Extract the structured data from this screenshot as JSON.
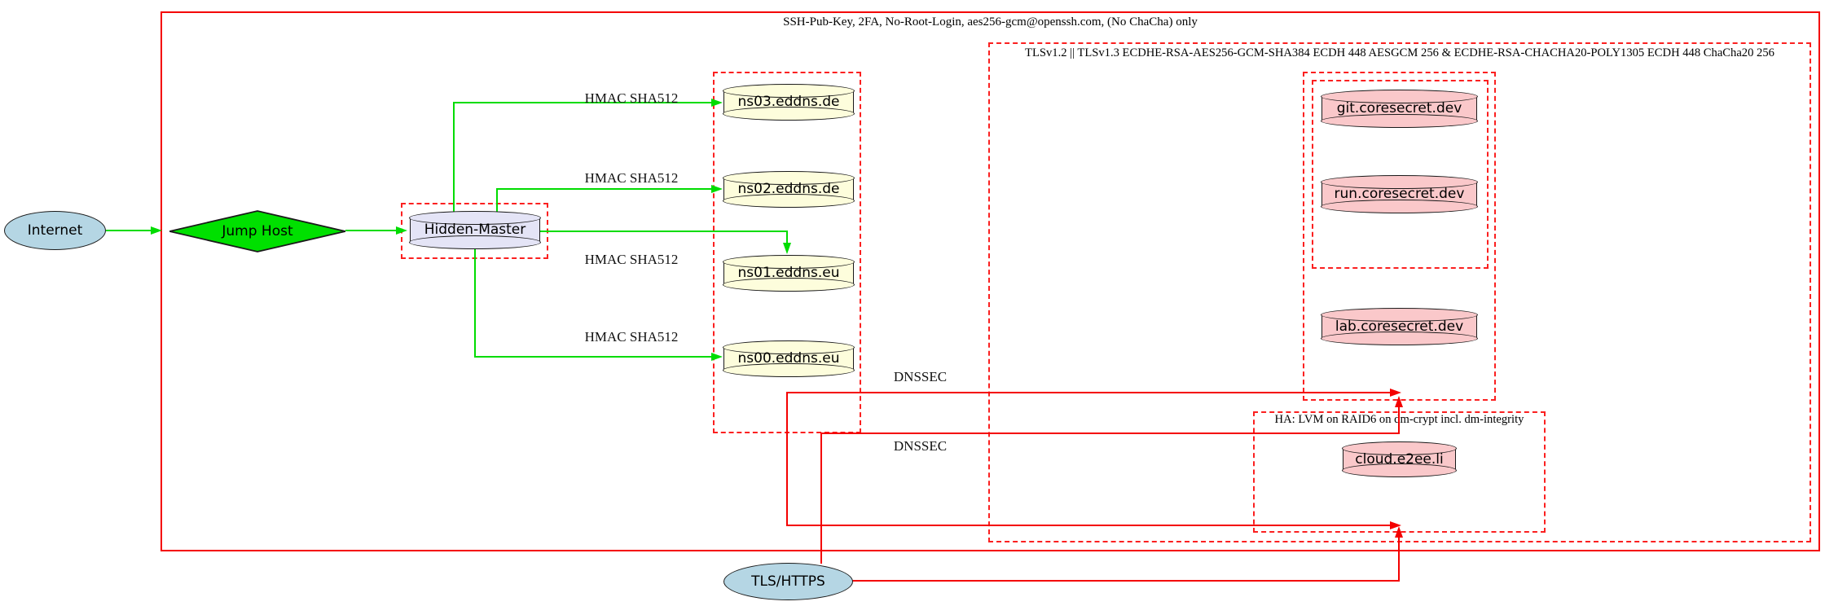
{
  "clusters": {
    "ssh": {
      "label": "SSH-Pub-Key, 2FA, No-Root-Login, aes256-gcm@openssh.com, (No ChaCha) only"
    },
    "tls": {
      "label": "TLSv1.2 || TLSv1.3 ECDHE-RSA-AES256-GCM-SHA384 ECDH 448 AESGCM 256 & ECDHE-RSA-CHACHA20-POLY1305 ECDH 448 ChaCha20 256"
    },
    "ha": {
      "label": "HA: LVM on RAID6 on dm-crypt incl. dm-integrity"
    }
  },
  "nodes": {
    "internet": {
      "label": "Internet",
      "shape": "ellipse",
      "fill": "#b5d6e4"
    },
    "jump_host": {
      "label": "Jump Host",
      "shape": "diamond",
      "fill": "#00e000"
    },
    "hidden_master": {
      "label": "Hidden-Master",
      "shape": "cylinder",
      "fill": "#e4e4f6"
    },
    "ns03": {
      "label": "ns03.eddns.de",
      "shape": "cylinder",
      "fill": "#fdfddc"
    },
    "ns02": {
      "label": "ns02.eddns.de",
      "shape": "cylinder",
      "fill": "#fdfddc"
    },
    "ns01": {
      "label": "ns01.eddns.eu",
      "shape": "cylinder",
      "fill": "#fdfddc"
    },
    "ns00": {
      "label": "ns00.eddns.eu",
      "shape": "cylinder",
      "fill": "#fdfddc"
    },
    "git": {
      "label": "git.coresecret.dev",
      "shape": "cylinder",
      "fill": "#fac8ca"
    },
    "run": {
      "label": "run.coresecret.dev",
      "shape": "cylinder",
      "fill": "#fac8ca"
    },
    "lab": {
      "label": "lab.coresecret.dev",
      "shape": "cylinder",
      "fill": "#fac8ca"
    },
    "cloud": {
      "label": "cloud.e2ee.li",
      "shape": "cylinder",
      "fill": "#fac8ca"
    },
    "tls_https": {
      "label": "TLS/HTTPS",
      "shape": "ellipse",
      "fill": "#b5d6e4"
    }
  },
  "edge_labels": {
    "hmac_ns03": "HMAC SHA512",
    "hmac_ns02": "HMAC SHA512",
    "hmac_ns01": "HMAC SHA512",
    "hmac_ns00": "HMAC SHA512",
    "dnssec_1": "DNSSEC",
    "dnssec_2": "DNSSEC"
  },
  "colors": {
    "secure_edge_green": "#00dc00",
    "alert_edge_red": "#f40000",
    "node_blue": "#b5d6e4",
    "node_lavender": "#e4e4f6",
    "node_lightyellow": "#fdfddc",
    "node_pink": "#fac8ca"
  }
}
